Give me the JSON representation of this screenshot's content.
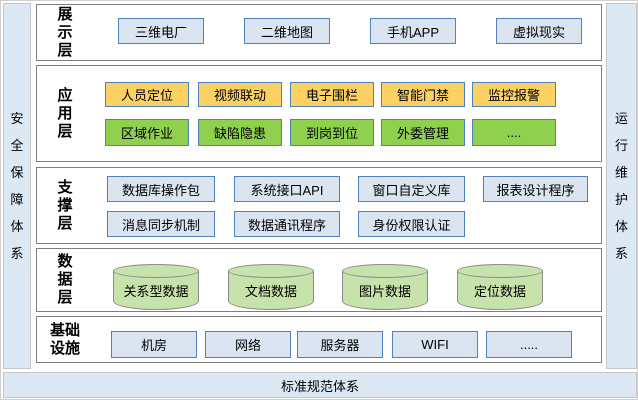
{
  "banners": {
    "left": "安\n全\n保\n障\n体\n系",
    "right": "运\n行\n维\n护\n体\n系",
    "bottom": "标准规范体系"
  },
  "layers": [
    {
      "label": "展\n示\n层",
      "items": [
        "三维电厂",
        "二维地图",
        "手机APP",
        "虚拟现实"
      ]
    },
    {
      "label": "应\n用\n层",
      "rows": [
        [
          "人员定位",
          "视频联动",
          "电子围栏",
          "智能门禁",
          "监控报警"
        ],
        [
          "区域作业",
          "缺陷隐患",
          "到岗到位",
          "外委管理",
          "...."
        ]
      ]
    },
    {
      "label": "支\n撑\n层",
      "rows": [
        [
          "数据库操作包",
          "系统接口API",
          "窗口自定义库",
          "报表设计程序"
        ],
        [
          "消息同步机制",
          "数据通讯程序",
          "身份权限认证"
        ]
      ]
    },
    {
      "label": "数\n据\n层",
      "cylinders": [
        "关系型数据",
        "文档数据",
        "图片数据",
        "定位数据"
      ]
    },
    {
      "label": "基础\n设施",
      "items": [
        "机房",
        "网络",
        "服务器",
        "WIFI",
        "....."
      ]
    }
  ],
  "colors": {
    "banner_fill": "#dce9f5",
    "layer_border": "#7f7f7f",
    "blue_box_fill": "#dbe5f1",
    "box_border": "#4f81bd",
    "yellow_box_fill": "#fbd164",
    "green_box_fill": "#8fd04e",
    "cylinder_fill": "#c8e2ab",
    "cylinder_border": "#8a8a8a"
  }
}
